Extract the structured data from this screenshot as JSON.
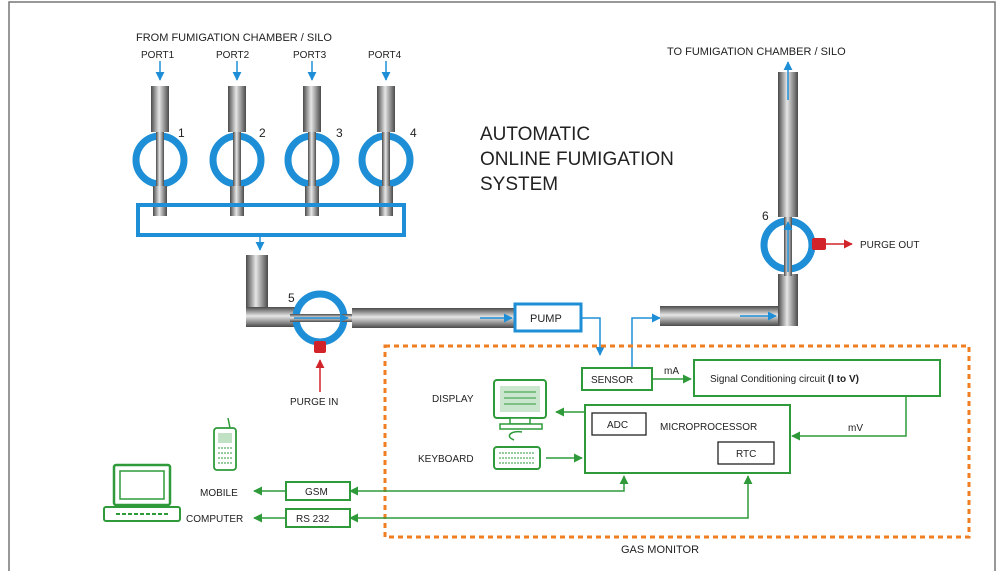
{
  "title_lines": [
    "AUTOMATIC",
    "ONLINE FUMIGATION",
    "SYSTEM"
  ],
  "from_label": "FROM FUMIGATION CHAMBER / SILO",
  "to_label": "TO FUMIGATION CHAMBER / SILO",
  "ports": [
    "PORT1",
    "PORT2",
    "PORT3",
    "PORT4"
  ],
  "valve_numbers": [
    "1",
    "2",
    "3",
    "4",
    "5",
    "6"
  ],
  "pump_label": "PUMP",
  "purge_in_label": "PURGE IN",
  "purge_out_label": "PURGE OUT",
  "sensor_label": "SENSOR",
  "signal_current": "mA",
  "signal_voltage": "mV",
  "signal_circuit": {
    "text": "Signal Conditioning circuit ",
    "bold": "(I to V)"
  },
  "adc_label": "ADC",
  "microprocessor_label": "MICROPROCESSOR",
  "rtc_label": "RTC",
  "display_label": "DISPLAY",
  "keyboard_label": "KEYBOARD",
  "mobile_label": "MOBILE",
  "computer_label": "COMPUTER",
  "gsm_label": "GSM",
  "rs232_label": "RS 232",
  "gas_monitor_label": "GAS MONITOR",
  "colors": {
    "flow": "#1e8fd6",
    "box": "#2f9a3a",
    "monitor_border": "#ef7d22",
    "purge": "#d2232a",
    "pipe_dark": "#555555",
    "pipe_light": "#e8e8e8"
  }
}
